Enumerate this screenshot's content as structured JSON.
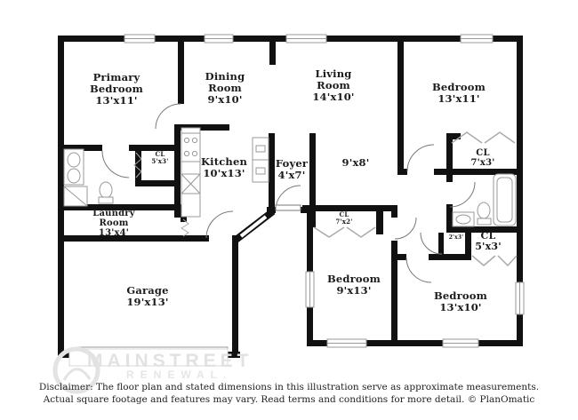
{
  "rooms": [
    {
      "label": "Primary Bedroom",
      "dims": "13'x11'"
    },
    {
      "label": "Dining Room",
      "dims": "9'x10'"
    },
    {
      "label": "Living Room",
      "dims": "14'x10'"
    },
    {
      "label": "Bedroom",
      "dims": "13'x11'"
    },
    {
      "label": "CL",
      "dims": "5'x3'"
    },
    {
      "label": "Kitchen",
      "dims": "10'x13'"
    },
    {
      "label": "Foyer",
      "dims": "4'x7'"
    },
    {
      "label": "",
      "dims": "9'x8'"
    },
    {
      "label": "CL",
      "dims": "7'x3'"
    },
    {
      "label": "Laundry Room",
      "dims": "13'x4'"
    },
    {
      "label": "CL",
      "dims": "7'x2'"
    },
    {
      "label": "Bedroom",
      "dims": "9'x13'"
    },
    {
      "label": "Garage",
      "dims": "19'x13'"
    },
    {
      "label": "Bedroom",
      "dims": "13'x10'"
    },
    {
      "label": "",
      "dims": "2'x3'"
    },
    {
      "label": "CL",
      "dims": "5'x3'"
    }
  ],
  "watermark": {
    "brand_line1": "MAINSTREET",
    "brand_line2": "RENEWAL."
  },
  "disclaimer": {
    "line1": "Disclaimer: The floor plan and stated dimensions in this illustration serve as approximate measurements.",
    "line2": "Actual square footage and features may vary. Read terms and conditions for more detail. © PlanOmatic"
  },
  "fixtures_shown": [
    "bathtub",
    "toilet",
    "double-vanity-sink",
    "shower",
    "stove",
    "kitchen-sink",
    "pantry-cabinet",
    "garage-door",
    "bifold-closet-doors",
    "accordion-doors",
    "windows",
    "door-swings"
  ],
  "colors": {
    "wall": "#111111",
    "fixture_outline": "#999999",
    "watermark": "#e2e2e2",
    "text": "#1b1b1b"
  }
}
